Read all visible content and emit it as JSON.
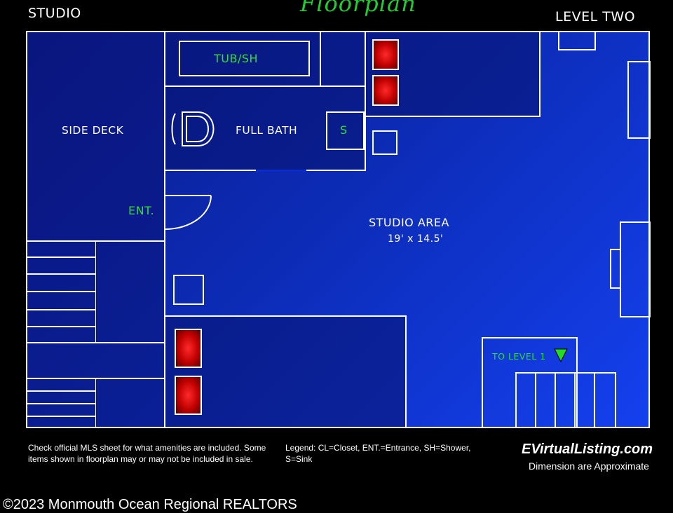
{
  "header": {
    "left": "STUDIO",
    "title": "Floorplan",
    "right": "LEVEL TWO"
  },
  "rooms": {
    "tub": "TUB/SH",
    "side_deck": "SIDE DECK",
    "full_bath": "FULL BATH",
    "sink": "S",
    "entrance": "ENT.",
    "studio_area": "STUDIO AREA",
    "studio_dim": "19' x 14.5'",
    "to_level": "TO LEVEL 1"
  },
  "footer": {
    "note": "Check official MLS sheet for what amenities are included. Some items shown in floorplan may or may not be included in sale.",
    "legend": "Legend: CL=Closet, ENT.=Entrance, SH=Shower, S=Sink",
    "brand": "EVirtualListing.com",
    "dimension_note": "Dimension are Approximate",
    "copyright": "©2023 Monmouth Ocean Regional REALTORS"
  },
  "colors": {
    "label_green": "#2ee02e",
    "heater_red": "#d00000",
    "floor_blue": "#1030d0"
  }
}
